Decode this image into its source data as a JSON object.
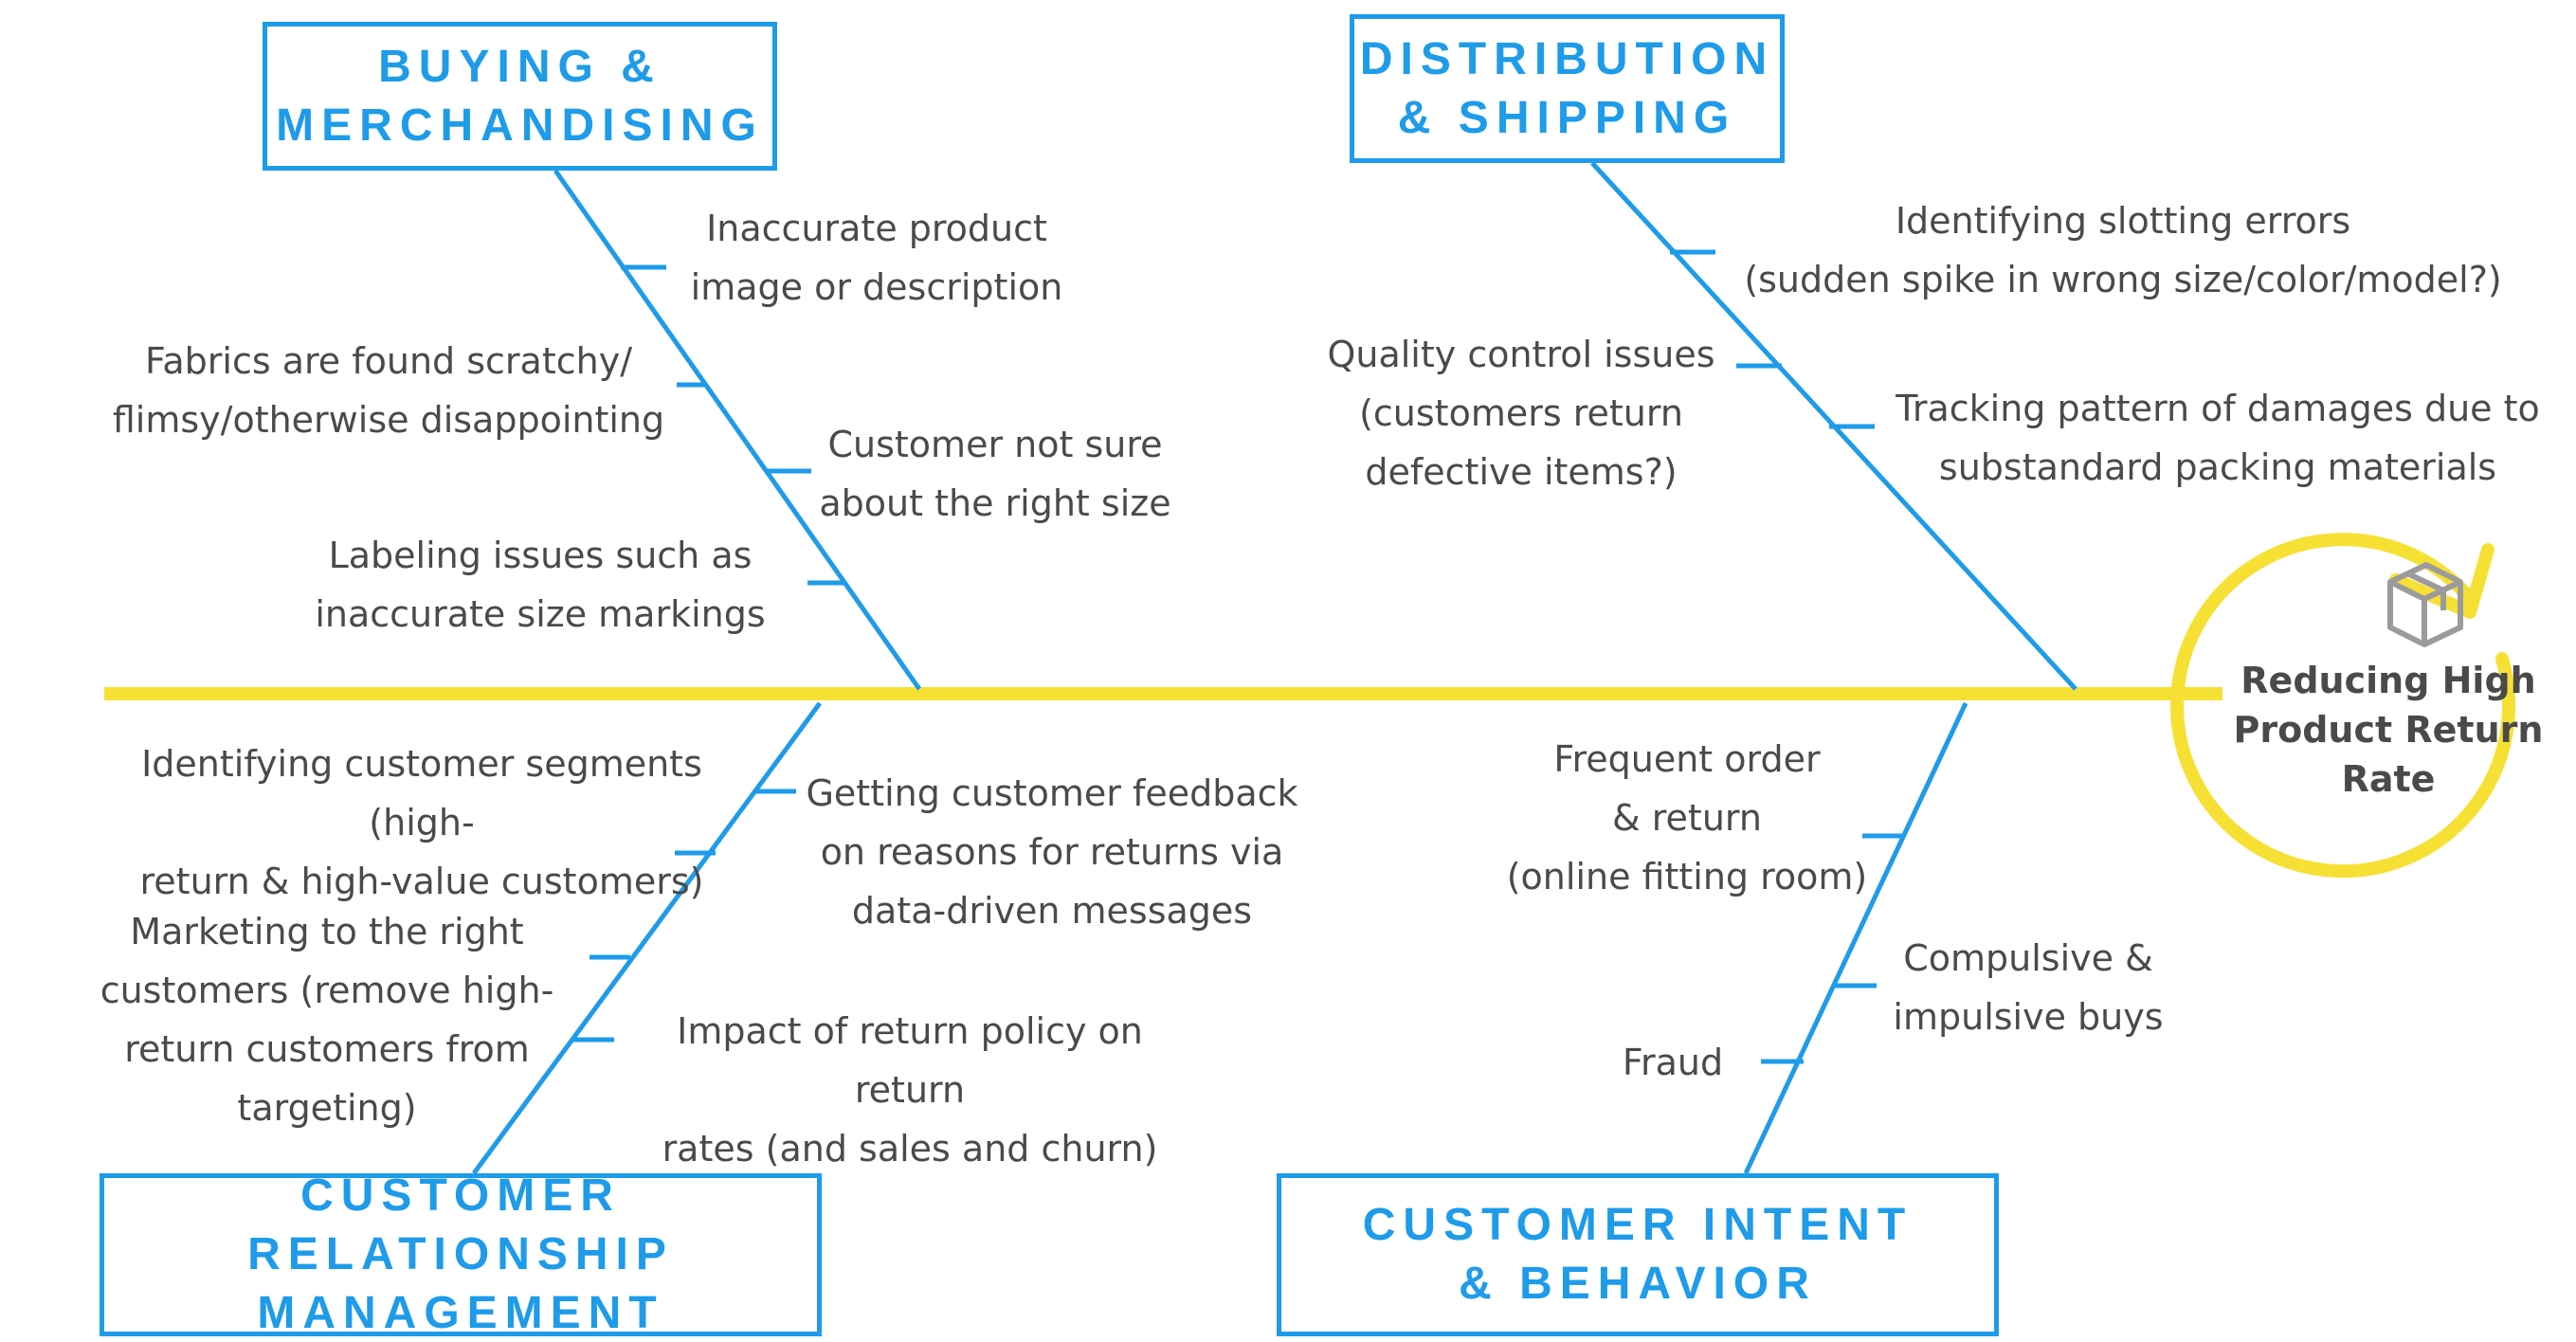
{
  "effect": {
    "label": "Reducing High\nProduct Return\nRate",
    "icon": "box-icon"
  },
  "categories": {
    "buying": {
      "title": "BUYING &\nMERCHANDISING",
      "causes": [
        "Inaccurate product\nimage or description",
        "Fabrics are found scratchy/\nflimsy/otherwise disappointing",
        "Customer not sure\nabout the right size",
        "Labeling issues such as\ninaccurate size markings"
      ]
    },
    "distribution": {
      "title": "DISTRIBUTION\n& SHIPPING",
      "causes": [
        "Identifying slotting errors\n(sudden spike in wrong size/color/model?)",
        "Quality control issues\n(customers return\ndefective items?)",
        "Tracking pattern of damages due to\nsubstandard packing materials"
      ]
    },
    "crm": {
      "title": "CUSTOMER RELATIONSHIP\nMANAGEMENT",
      "causes": [
        "Identifying customer segments (high-\nreturn & high-value customers)",
        "Getting customer feedback\non reasons for returns via\ndata-driven messages",
        "Marketing to the right\ncustomers (remove high-\nreturn customers from\ntargeting)",
        "Impact of return policy on return\nrates (and sales and churn)"
      ]
    },
    "intent": {
      "title": "CUSTOMER INTENT\n& BEHAVIOR",
      "causes": [
        "Frequent order\n& return\n(online fitting room)",
        "Compulsive &\nimpulsive buys",
        "Fraud"
      ]
    }
  },
  "colors": {
    "spine": "#f7e034",
    "bone": "#1e9be9",
    "text": "#4a4a4a",
    "icon": "#9b9b9b"
  }
}
